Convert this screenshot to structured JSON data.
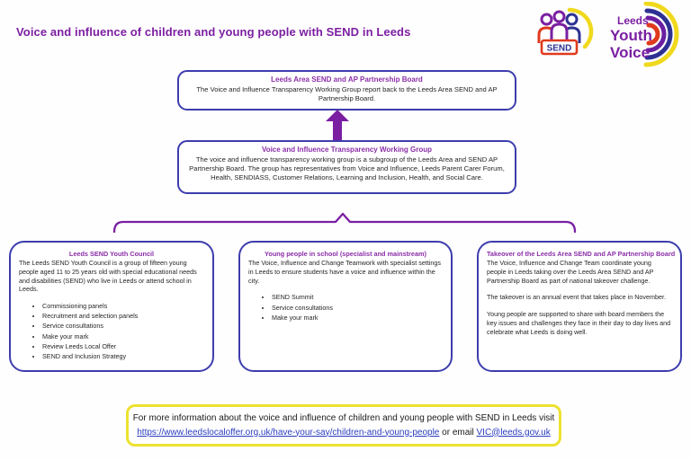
{
  "title": "Voice and influence of children and young people with SEND in Leeds",
  "logos": {
    "send": {
      "label": "SEND"
    },
    "youth_voice": {
      "line1": "Leeds",
      "line2": "Youth",
      "line3": "Voice"
    }
  },
  "top_box": {
    "title": "Leeds Area SEND and AP Partnership Board",
    "body": "The Voice and Influence Transparency Working Group report back to the Leeds Area SEND and AP Partnership Board."
  },
  "middle_box": {
    "title": "Voice and Influence Transparency Working Group",
    "body": "The voice and influence transparency working group is a subgroup of the Leeds Area and SEND AP Partnership Board. The group has representatives from Voice and Influence, Leeds Parent Carer Forum, Health, SENDIASS, Customer Relations, Learning and Inclusion, Health, and Social Care."
  },
  "youth_council_box": {
    "title": "Leeds SEND Youth Council",
    "body": "The Leeds SEND Youth Council is a group of fifteen young people aged 11 to 25 years old with special educational needs and disabilities (SEND) who live in Leeds or attend school in Leeds.",
    "bullets": [
      "Commissioning panels",
      "Recruitment and selection panels",
      "Service consultations",
      "Make your mark",
      "Review Leeds Local Offer",
      "SEND and Inclusion Strategy"
    ]
  },
  "school_box": {
    "title": "Young people in school (specialist and mainstream)",
    "body": "The Voice, Influence and Change Teamwork with specialist settings in Leeds to ensure students have a voice and influence within the city.",
    "bullets": [
      "SEND Summit",
      "Service consultations",
      "Make your mark"
    ]
  },
  "takeover_box": {
    "title": "Takeover of the Leeds Area SEND and AP Partnership Board",
    "paragraphs": [
      "The Voice, Influence and Change Team coordinate young people in Leeds taking over the Leeds Area SEND and AP Partnership Board as part of national takeover challenge.",
      "The takeover is an annual event that takes place in November.",
      "Young people are supported to share with board members the key issues and challenges they face in their day to day lives and celebrate what Leeds is doing well."
    ]
  },
  "footer": {
    "intro": "For more information about the voice and influence of children and young people with SEND in Leeds visit",
    "link": "https://www.leedslocaloffer.org.uk/have-your-say/children-and-young-people",
    "connector": "or email",
    "email": "VIC@leeds.gov.uk"
  },
  "colors": {
    "heading_purple": "#7c1fa2",
    "box_border_blue": "#3d3dae",
    "connector_purple": "#7a1fa2",
    "footer_border_yellow": "#ece22f",
    "link_blue": "#2a3cc0",
    "logo_red": "#e03a1e",
    "logo_blue": "#2e3192",
    "logo_yellow": "#f0d91c"
  }
}
